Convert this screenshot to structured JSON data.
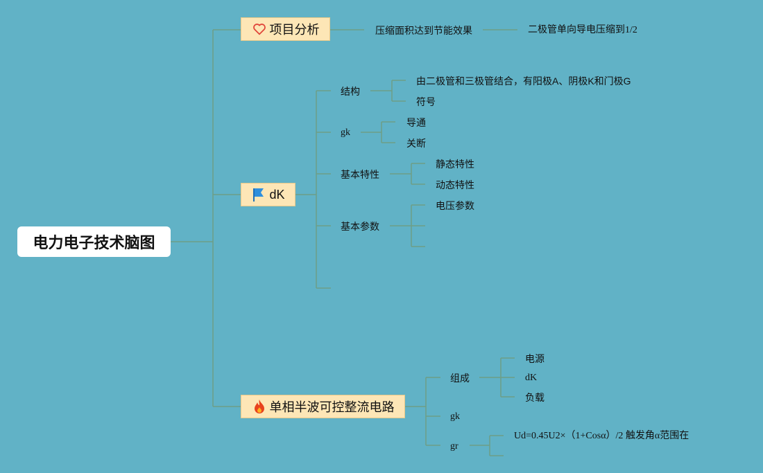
{
  "root": {
    "title": "电力电子技术脑图"
  },
  "branch1": {
    "label": "项目分析",
    "icon": "heart-icon",
    "child": "压缩面积达到节能效果",
    "grandchild": "二极管单向导电压缩到1/2"
  },
  "branch2": {
    "label": "dK",
    "icon": "flag-icon",
    "structure": {
      "label": "结构",
      "items": [
        "由二极管和三极管结合，有阳极A、阴极K和门极G",
        "符号"
      ]
    },
    "gk": {
      "label": "gk",
      "items": [
        "导通",
        "关断"
      ]
    },
    "basic_characteristics": {
      "label": "基本特性",
      "items": [
        "静态特性",
        "动态特性"
      ]
    },
    "basic_parameters": {
      "label": "基本参数",
      "items": [
        "电压参数"
      ]
    }
  },
  "branch3": {
    "label": "单相半波可控整流电路",
    "icon": "fire-icon",
    "composition": {
      "label": "组成",
      "items": [
        "电源",
        "dK",
        "负载"
      ]
    },
    "gk_label": "gk",
    "gr": {
      "label": "gr",
      "items": [
        "Ud=0.45U2×（1+Cosα）/2 触发角α范围在"
      ]
    }
  },
  "colors": {
    "background": "#61b2c6",
    "branch_fill": "#fde6b6",
    "line": "#6e9e86"
  }
}
